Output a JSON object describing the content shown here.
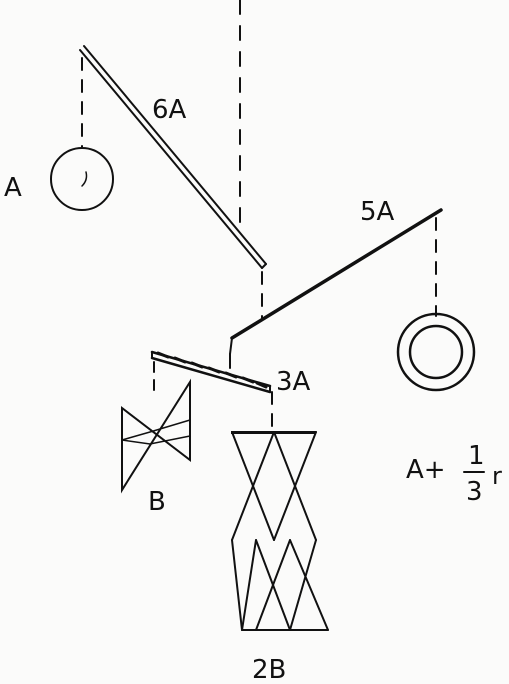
{
  "labels": {
    "arm_6a": "6A",
    "arm_5a": "5A",
    "arm_3a": "3A",
    "weight_a": "A",
    "weight_a_plus_prefix": "A+",
    "fraction_numerator": "1",
    "fraction_denominator": "3",
    "fraction_suffix": "r",
    "shape_b": "B",
    "shape_2b": "2B"
  },
  "colors": {
    "ink": "#111111",
    "paper": "#fbfbfa"
  }
}
